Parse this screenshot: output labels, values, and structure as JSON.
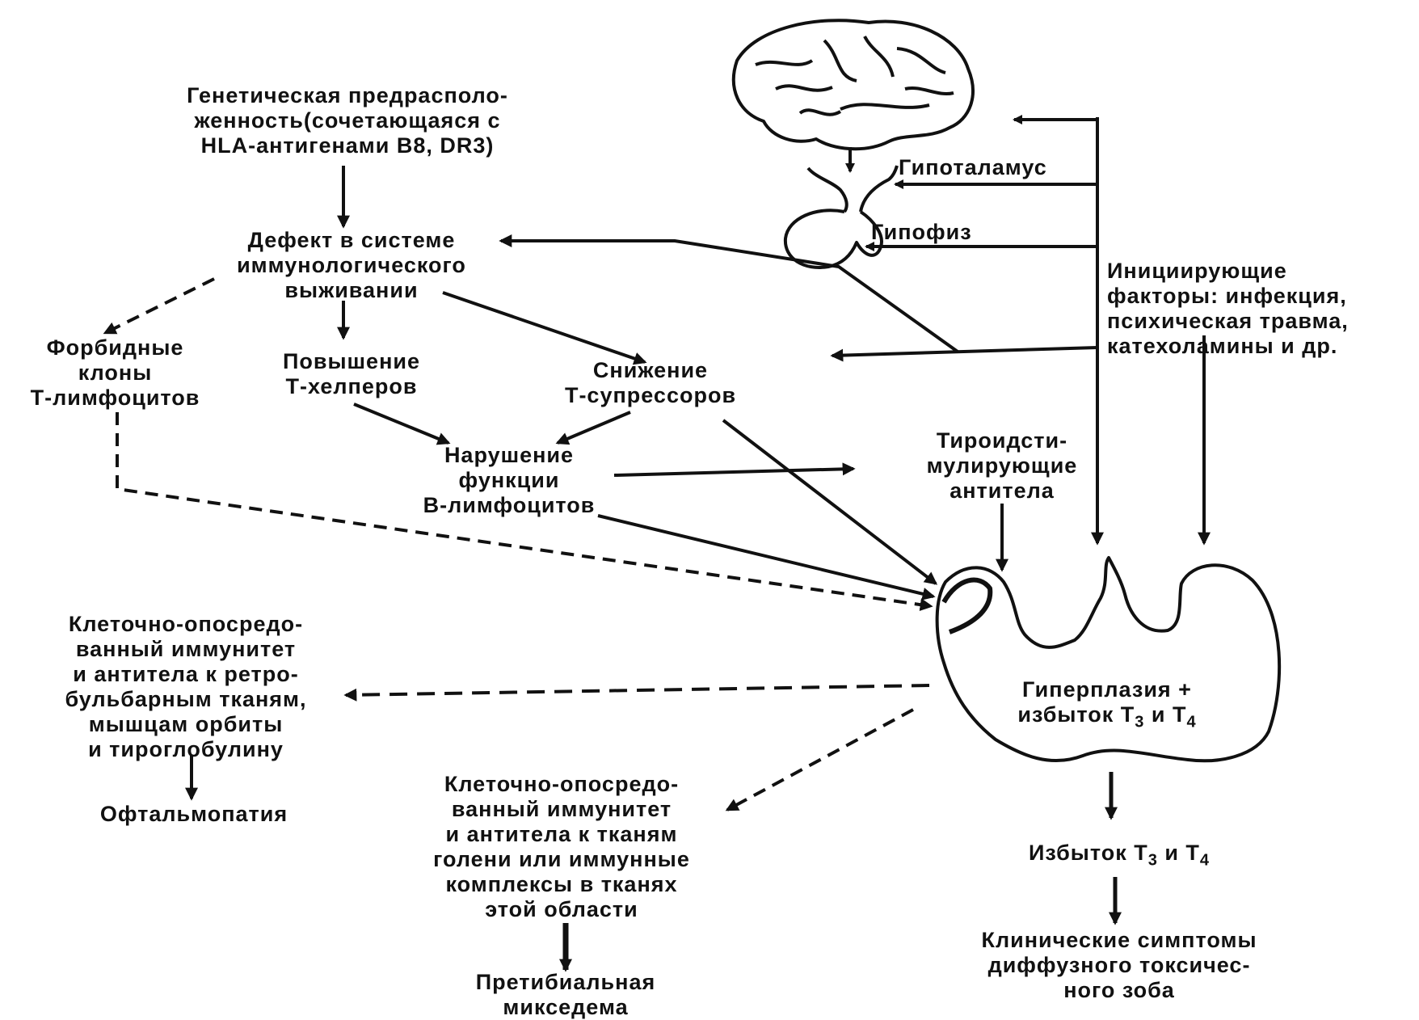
{
  "labels": {
    "genetic": "Генетическая предрасполо-\nженность(сочетающаяся с\nHLA-антигенами B8, DR3)",
    "defect": "Дефект в системе\nиммунологического\nвыживании",
    "forbidden": "Форбидные\nклоны\nТ-лимфоцитов",
    "helpers": "Повышение\nТ-хелперов",
    "suppressors": "Снижение\nТ-супрессоров",
    "b_cells": "Нарушение\nфункции\nВ-лимфоцитов",
    "tsi": "Тироидсти-\nмулирующие\nантитела",
    "hypothalamus": "Гипоталамус",
    "pituitary": "Гипофиз",
    "initiating": "Инициирующие\nфакторы: инфекция,\nпсихическая травма,\nкатехоламины и др.",
    "hyperplasia_line1": "Гиперплазия +",
    "hyperplasia_line2": "избыток Т",
    "hyperplasia_sub1": "3",
    "hyperplasia_mid": " и Т",
    "hyperplasia_sub2": "4",
    "cell_retro": "Клеточно-опосредо-\nванный иммунитет\nи антитела к ретро-\nбульбарным тканям,\nмышцам орбиты\nи тироглобулину",
    "ophthalmopathy": "Офтальмопатия",
    "cell_shin": "Клеточно-опосредо-\nванный иммунитет\nи антитела к тканям\nголени или иммунные\nкомплексы в тканях\nэтой области",
    "pretibial": "Претибиальная\nмикседема",
    "excess_a": "Избыток Т",
    "excess_sub1": "3",
    "excess_b": " и Т",
    "excess_sub2": "4",
    "symptoms": "Клинические симптомы\nдиффузного токсичес-\nного зоба"
  },
  "icons": {
    "brain": "brain-icon",
    "pituitary": "pituitary-gland-icon",
    "thyroid": "thyroid-gland-icon"
  },
  "colors": {
    "ink": "#111111",
    "background": "#ffffff"
  }
}
